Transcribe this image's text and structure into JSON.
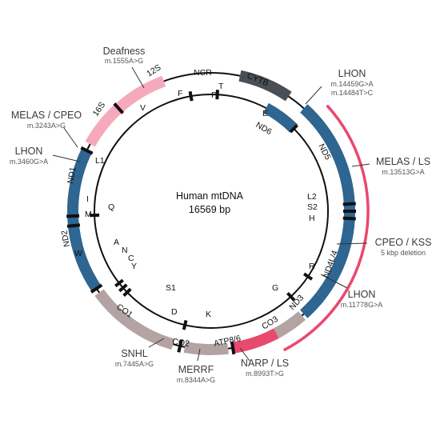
{
  "center": {
    "title": "Human mtDNA",
    "size": "16569 bp"
  },
  "colors": {
    "rrna": "#f7a9bc",
    "nd": "#2e6591",
    "co": "#b3a4a3",
    "cytb": "#4a4f55",
    "atp": "#e8496f",
    "deletion_arc": "#e8496f",
    "line": "#111111"
  },
  "gene_labels": {
    "s12": "12S",
    "s16": "16S",
    "ncr": "NCR",
    "cytb": "CYTB",
    "nd1": "ND1",
    "nd2": "ND2",
    "co1": "CO1",
    "co2": "CO2",
    "atp86": "ATP8/6",
    "co3": "CO3",
    "nd3": "ND3",
    "nd4l4": "ND4L/4",
    "nd5": "ND5",
    "nd6": "ND6"
  },
  "trna_labels": {
    "F": "F",
    "V": "V",
    "L1": "L1",
    "I": "I",
    "M": "M",
    "Q": "Q",
    "W": "W",
    "A": "A",
    "N": "N",
    "C": "C",
    "Y": "Y",
    "S1": "S1",
    "D": "D",
    "K": "K",
    "G": "G",
    "R": "R",
    "H": "H",
    "S2": "S2",
    "L2": "L2",
    "E": "E",
    "T": "T",
    "P": "P"
  },
  "diseases": [
    {
      "id": "deafness",
      "name": "Deafness",
      "variant": "m.1555A>G"
    },
    {
      "id": "melas_cpeo",
      "name": "MELAS / CPEO",
      "variant": "m.3243A>G"
    },
    {
      "id": "lhon_nd1",
      "name": "LHON",
      "variant": "m.3460G>A"
    },
    {
      "id": "lhon_nd6",
      "name": "LHON",
      "variant": "m.14459G>A",
      "variant2": "m.14484T>C"
    },
    {
      "id": "melas_ls",
      "name": "MELAS / LS",
      "variant": "m.13513G>A"
    },
    {
      "id": "cpeo_kss",
      "name": "CPEO / KSS",
      "variant": "5 kbp deletion"
    },
    {
      "id": "lhon_nd4",
      "name": "LHON",
      "variant": "m.11778G>A"
    },
    {
      "id": "narp_ls",
      "name": "NARP / LS",
      "variant": "m.8993T>G"
    },
    {
      "id": "merrf",
      "name": "MERRF",
      "variant": "m.8344A>G"
    },
    {
      "id": "snhl",
      "name": "SNHL",
      "variant": "m.7445A>G"
    }
  ]
}
